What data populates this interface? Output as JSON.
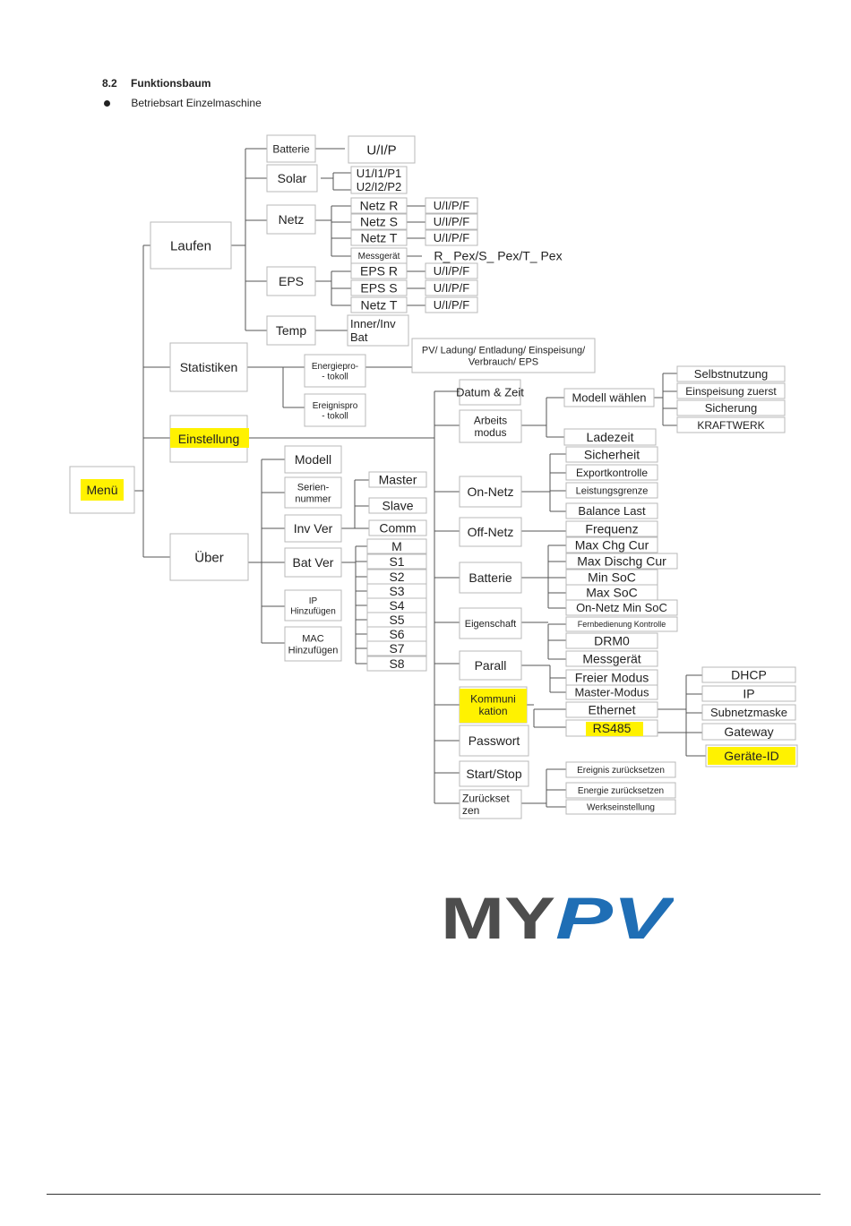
{
  "heading": {
    "number": "8.2",
    "title": "Funktionsbaum"
  },
  "bullet": "Betriebsart Einzelmaschine",
  "tree": {
    "menu": "Menü",
    "laufen": "Laufen",
    "statistiken": "Statistiken",
    "einstellung": "Einstellung",
    "ueber": "Über",
    "batterie": "Batterie",
    "solar": "Solar",
    "netz": "Netz",
    "eps": "EPS",
    "temp": "Temp",
    "uip": "U/I/P",
    "solar_v1": "U1/I1/P1",
    "solar_v2": "U2/I2/P2",
    "netz_r": "Netz R",
    "netz_s": "Netz S",
    "netz_t": "Netz T",
    "messgeraet_small": "Messgerät",
    "uipf": "U/I/P/F",
    "pex": "R_ Pex/S_ Pex/T_ Pex",
    "eps_r": "EPS R",
    "eps_s": "EPS S",
    "inner_inv": "Inner/Inv",
    "bat": "Bat",
    "energieprotokoll_1": "Energiepro-",
    "energieprotokoll_2": "- tokoll",
    "ereignisprotokoll_1": "Ereignispro",
    "ereignisprotokoll_2": "- tokoll",
    "stats_detail_1": "PV/ Ladung/ Entladung/ Einspeisung/",
    "stats_detail_2": "Verbrauch/ EPS",
    "modell": "Modell",
    "seriennummer_1": "Serien-",
    "seriennummer_2": "nummer",
    "inv_ver": "Inv Ver",
    "bat_ver": "Bat Ver",
    "ip_hinzufuegen_1": "IP",
    "ip_hinzufuegen_2": "Hinzufügen",
    "mac_hinzufuegen_1": "MAC",
    "mac_hinzufuegen_2": "Hinzufügen",
    "master": "Master",
    "slave": "Slave",
    "comm": "Comm",
    "bat_modules": [
      "M",
      "S1",
      "S2",
      "S3",
      "S4",
      "S5",
      "S6",
      "S7",
      "S8"
    ],
    "datum_zeit": "Datum & Zeit",
    "arbeitsmodus_1": "Arbeits",
    "arbeitsmodus_2": "modus",
    "modell_waehlen": "Modell wählen",
    "modes": [
      "Selbstnutzung",
      "Einspeisung zuerst",
      "Sicherung",
      "KRAFTWERK"
    ],
    "ladezeit": "Ladezeit",
    "on_netz": "On-Netz",
    "off_netz": "Off-Netz",
    "batterie_setting": "Batterie",
    "eigenschaft": "Eigenschaft",
    "parall": "Parall",
    "kommunikation_1": "Kommuni",
    "kommunikation_2": "kation",
    "passwort": "Passwort",
    "start_stop": "Start/Stop",
    "zuruecksetzen_1": "Zurückset",
    "zuruecksetzen_2": "zen",
    "sicherheit": "Sicherheit",
    "exportkontrolle": "Exportkontrolle",
    "leistungsgrenze": "Leistungsgrenze",
    "balance_last": "Balance Last",
    "frequenz": "Frequenz",
    "max_chg_cur": "Max Chg Cur",
    "max_dischg_cur": "Max Dischg Cur",
    "min_soc": "Min SoC",
    "max_soc": "Max SoC",
    "on_netz_min_soc": "On-Netz Min SoC",
    "fernbedienung": "Fernbedienung Kontrolle",
    "drm0": "DRM0",
    "messgeraet": "Messgerät",
    "freier_modus": "Freier Modus",
    "master_modus": "Master-Modus",
    "ethernet": "Ethernet",
    "rs485": "RS485",
    "dhcp": "DHCP",
    "ip": "IP",
    "subnetzmaske": "Subnetzmaske",
    "gateway": "Gateway",
    "geraete_id": "Geräte-ID",
    "ereignis_zuruecksetzen": "Ereignis zurücksetzen",
    "energie_zuruecksetzen": "Energie zurücksetzen",
    "werkseinstellung": "Werkseinstellung"
  },
  "logo": {
    "text_left": "MY",
    "text_right": "PV",
    "color_left": "#4d4d4d",
    "color_right": "#1f6eb5"
  },
  "colors": {
    "highlight": "#fff200",
    "box_border": "#b8b8b8",
    "line": "#555555"
  }
}
